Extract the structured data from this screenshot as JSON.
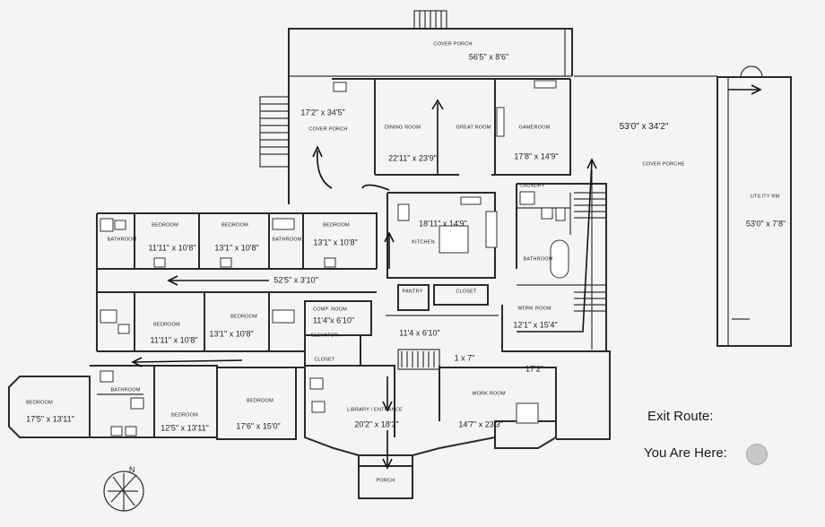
{
  "rooms": {
    "cover_porch_top": {
      "name": "COVER PORCH",
      "dim": "56'5\" x 8'6\""
    },
    "cover_porch_left": {
      "name": "COVER PORCH",
      "dim": "17'2\" x 34'5\""
    },
    "dining_room": {
      "name": "DINING ROOM",
      "dim": "22'11\" x 23'9\""
    },
    "great_room": {
      "name": "GREAT ROOM",
      "dim": ""
    },
    "gameroom": {
      "name": "GAMEROOM",
      "dim": "17'8\" x 14'9\""
    },
    "cover_porch_right": {
      "name": "COVER PORCHE",
      "dim": "53'0\" x 34'2\""
    },
    "utility_rm": {
      "name": "UTILITY RM",
      "dim": "53'0\" x 7'8\""
    },
    "kitchen": {
      "name": "KITCHEN",
      "dim": "18'11\" x 14'9\""
    },
    "laundry": {
      "name": "LAUNDRY",
      "dim": ""
    },
    "bathroom_right": {
      "name": "BATHROOM",
      "dim": ""
    },
    "work_room": {
      "name": "WORK ROOM",
      "dim": "12'1\" x 15'4\""
    },
    "bedroom_1": {
      "name": "BEDROOM",
      "dim": "11'11\" x 10'8\""
    },
    "bedroom_2": {
      "name": "BEDROOM",
      "dim": "13'1\" x 10'8\""
    },
    "bedroom_3": {
      "name": "BEDROOM",
      "dim": "13'1\" x 10'8\""
    },
    "bathroom_a": {
      "name": "BATHROOM",
      "dim": ""
    },
    "bathroom_b": {
      "name": "BATHROOM",
      "dim": ""
    },
    "hall": {
      "name": "",
      "dim": "52'5\" x 3'10\""
    },
    "pantry": {
      "name": "PANTRY",
      "dim": ""
    },
    "closet_mid": {
      "name": "CLOSET",
      "dim": ""
    },
    "comp_room": {
      "name": "COMP. ROOM",
      "dim": "11'4\"x 6'10\""
    },
    "bedroom_4": {
      "name": "BEDROOM",
      "dim": "11'11\" x 10'8\""
    },
    "bedroom_5": {
      "name": "BEDROOM",
      "dim": "13'1\" x 10'8\""
    },
    "elevator": {
      "name": "ELEVATOR",
      "dim": ""
    },
    "closet_small": {
      "name": "CLOSET",
      "dim": ""
    },
    "hall_small": {
      "name": "",
      "dim": "11'4 x 6'10\""
    },
    "stair_hall": {
      "name": "",
      "dim": "1 x 7\""
    },
    "bedroom_6": {
      "name": "BEDROOM",
      "dim": "17'5\" x 13'11\""
    },
    "bathroom_c": {
      "name": "BATHROOM",
      "dim": ""
    },
    "bedroom_7": {
      "name": "BEDROOM",
      "dim": "12'5\" x 13'11\""
    },
    "bedroom_8": {
      "name": "BEDROOM",
      "dim": "17'6\" x 15'0\""
    },
    "library": {
      "name": "LIBRARY / ENTRANCE",
      "dim": "20'2\" x 18'3\""
    },
    "work_room_2": {
      "name": "WORK ROOM",
      "dim": "14'7\" x 23'3\""
    },
    "office": {
      "name": "",
      "dim": "17'2\""
    },
    "porch": {
      "name": "PORCH",
      "dim": ""
    }
  },
  "legend": {
    "exit_route": "Exit Route:",
    "you_are_here": "You Are Here:"
  },
  "compass": {
    "label": "N"
  },
  "colors": {
    "line": "#2a2a2a",
    "paper": "#f4f4f2",
    "here_marker": "#c8c8c8"
  }
}
